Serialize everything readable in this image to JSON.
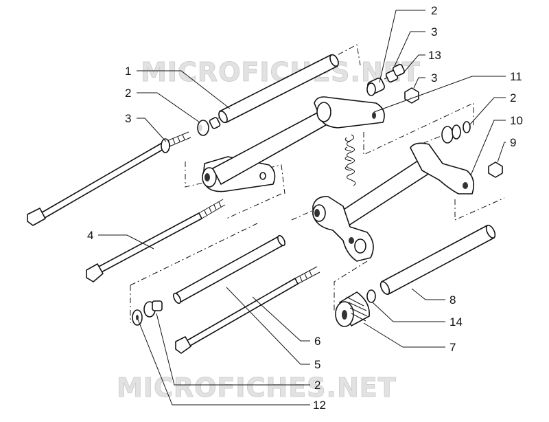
{
  "watermark": {
    "top": "MICROFICHES.NET",
    "bottom": "MICROFICHES.NET"
  },
  "callouts": [
    {
      "id": "c-2-top",
      "label": "2"
    },
    {
      "id": "c-3-top",
      "label": "3"
    },
    {
      "id": "c-13",
      "label": "13"
    },
    {
      "id": "c-3-mid",
      "label": "3"
    },
    {
      "id": "c-11",
      "label": "11"
    },
    {
      "id": "c-2-right",
      "label": "2"
    },
    {
      "id": "c-10",
      "label": "10"
    },
    {
      "id": "c-9",
      "label": "9"
    },
    {
      "id": "c-1",
      "label": "1"
    },
    {
      "id": "c-2-left",
      "label": "2"
    },
    {
      "id": "c-3-left",
      "label": "3"
    },
    {
      "id": "c-4",
      "label": "4"
    },
    {
      "id": "c-8",
      "label": "8"
    },
    {
      "id": "c-14",
      "label": "14"
    },
    {
      "id": "c-7",
      "label": "7"
    },
    {
      "id": "c-6",
      "label": "6"
    },
    {
      "id": "c-5",
      "label": "5"
    },
    {
      "id": "c-2-bottom",
      "label": "2"
    },
    {
      "id": "c-12",
      "label": "12"
    }
  ]
}
